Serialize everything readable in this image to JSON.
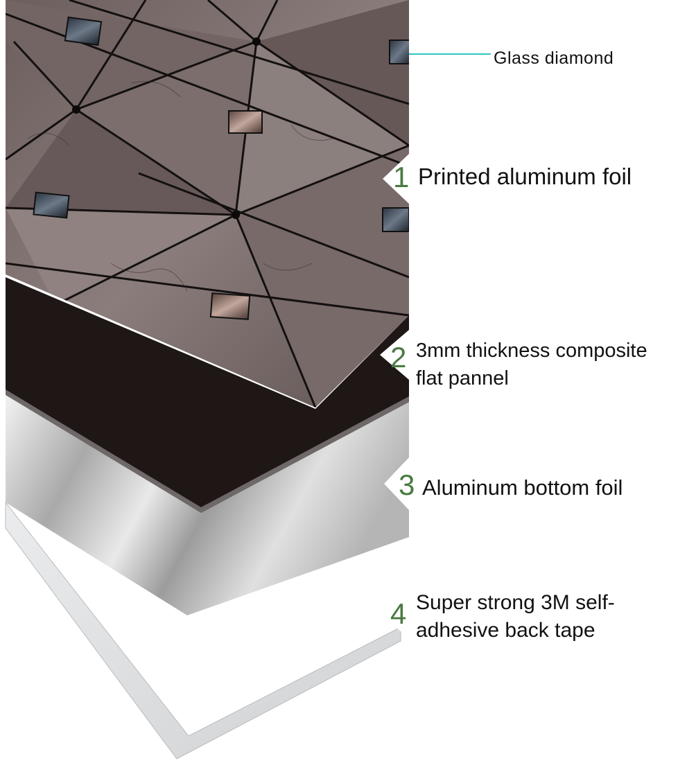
{
  "callouts": {
    "glass": {
      "label": "Glass diamond"
    },
    "layer1": {
      "number": "1",
      "label": "Printed aluminum foil"
    },
    "layer2": {
      "number": "2",
      "line1": "3mm thickness composite",
      "line2": "flat pannel"
    },
    "layer3": {
      "number": "3",
      "label": "Aluminum bottom foil"
    },
    "layer4": {
      "number": "4",
      "line1": "Super strong 3M self-",
      "line2": "adhesive back tape"
    }
  },
  "colors": {
    "number_green": "#4a7a42",
    "leader_cyan": "#2ec7c4",
    "tile_dark": "#5e5150",
    "panel_black": "#1e1716",
    "panel_edge": "#6f6868",
    "foil_silver": "#c8c8c8",
    "tape_gray": "#dadbdc"
  }
}
